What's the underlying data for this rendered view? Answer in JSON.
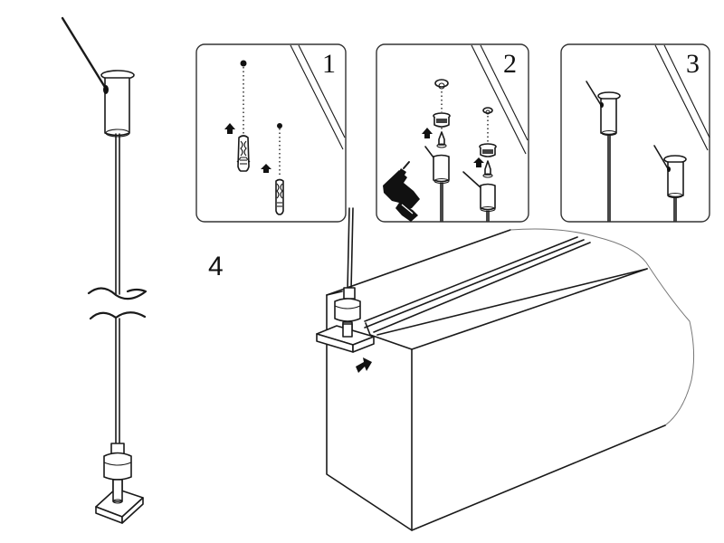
{
  "diagram": {
    "title": "",
    "type": "installation-instructions",
    "steps": [
      {
        "number": "1",
        "description": "Drill holes and insert wall plugs into ceiling"
      },
      {
        "number": "2",
        "description": "Screw ceiling fixtures into plugs using a drill"
      },
      {
        "number": "3",
        "description": "Ceiling fixtures mounted with suspension cables hanging"
      },
      {
        "number": "4",
        "description": "Attach cable gripper bracket to top of cabinet / box"
      }
    ],
    "overview": {
      "description": "Suspension cable kit: ceiling cap, cable, gripper with mounting plate"
    },
    "colors": {
      "line": "#1a1a1a",
      "background": "#ffffff"
    }
  }
}
